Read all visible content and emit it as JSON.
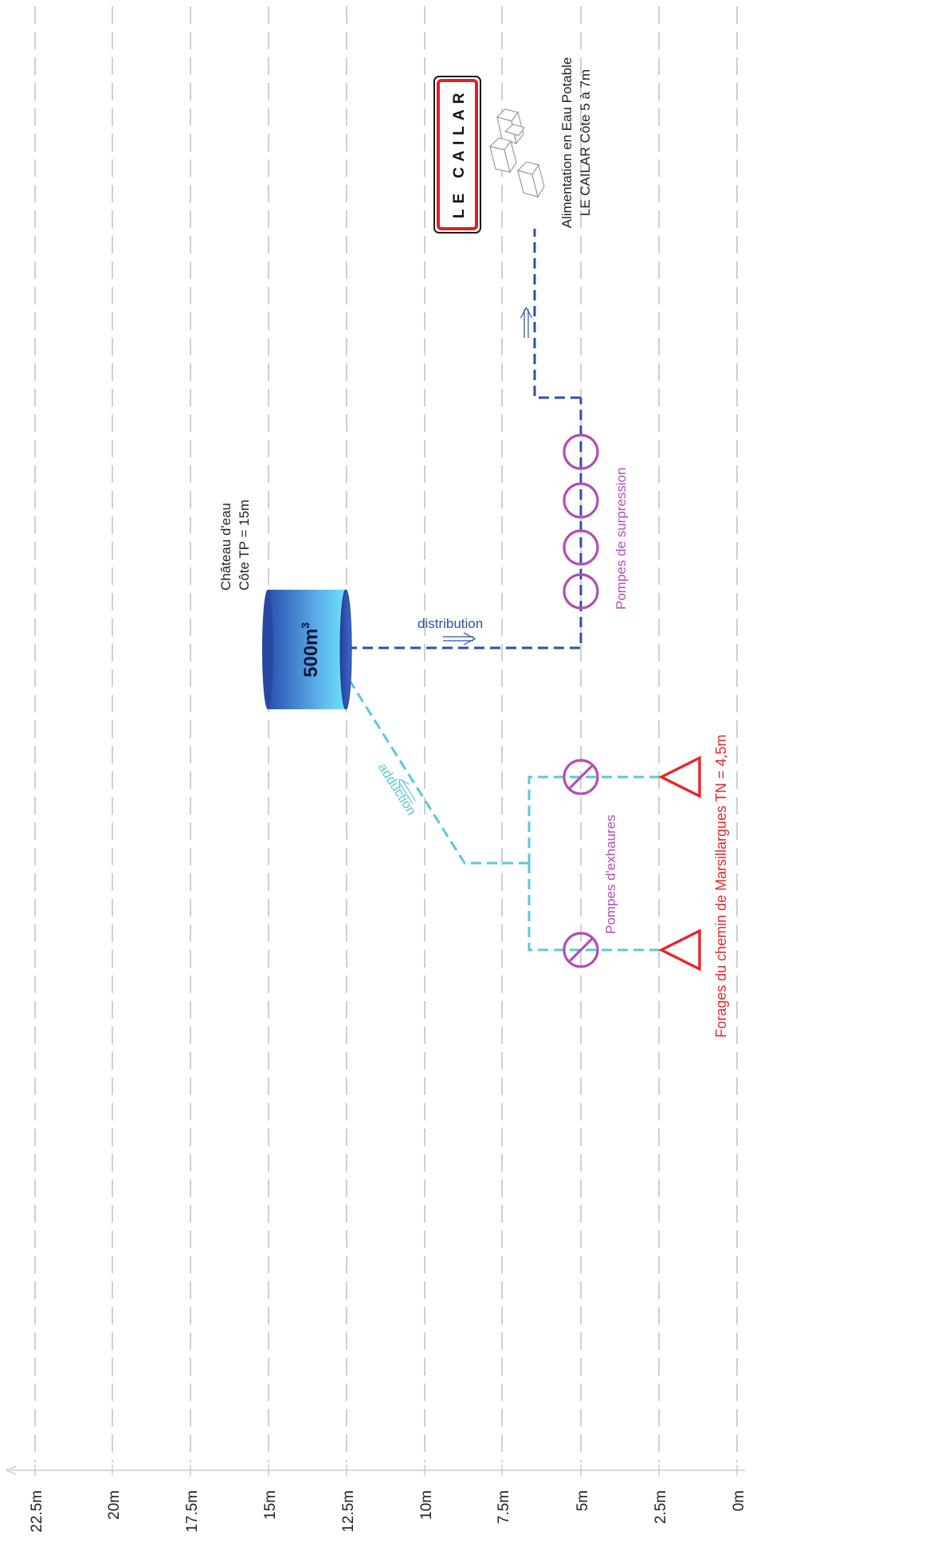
{
  "scale": {
    "tick_labels": [
      "22.5m",
      "20m",
      "17.5m",
      "15m",
      "12.5m",
      "10m",
      "7.5m",
      "5m",
      "2.5m",
      "0m"
    ]
  },
  "labels": {
    "tower_line1": "Château d'eau",
    "tower_line2": "Côte TP = 15m",
    "tank_capacity": "500m",
    "tank_capacity_sup": "3",
    "distribution": "distribution",
    "adduction": "adduction",
    "booster_pumps": "Pompes de surpression",
    "drainage_pumps": "Pompes d'exhaures",
    "boreholes": "Forages du chemin de Marsillargues TN = 4,5m",
    "supply_line1": "Alimentation en Eau Potable",
    "supply_line2": "LE CAILAR Côte 5 à 7m",
    "town_sign": "LE CAILAR"
  },
  "colors": {
    "grid": "#b5b5b5",
    "adduction_pipe": "#5bc8d8",
    "distribution_pipe": "#2f4fa8",
    "pump": "#b04fb5",
    "borehole": "#e8262a",
    "tank_dark": "#2a4fb0",
    "tank_light": "#63d6f5"
  }
}
